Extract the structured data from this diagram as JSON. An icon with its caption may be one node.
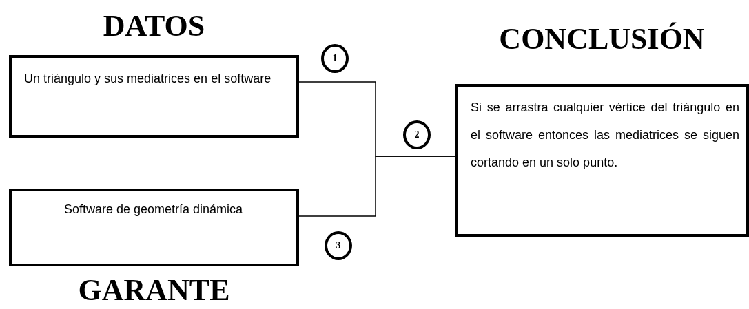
{
  "diagram": {
    "nodes": [
      {
        "text": [
          "DATOS",
          "Un triángulo y sus mediatrices en el software"
        ]
      },
      {
        "text": [
          "Software de geometría dinámica",
          "GARANTE"
        ]
      },
      {
        "text": [
          "CONCLUSIÓN",
          "Si se arrastra cualquier vértice del triángulo en el software entonces las mediatrices se siguen cortando en un solo punto."
        ]
      },
      {
        "text": [
          "1"
        ]
      },
      {
        "text": [
          "2"
        ]
      },
      {
        "text": [
          "3"
        ]
      }
    ],
    "edges": [
      {
        "from": 0,
        "to": 2,
        "arrow": "none"
      },
      {
        "from": 1,
        "to": 2,
        "arrow": "none"
      }
    ]
  }
}
